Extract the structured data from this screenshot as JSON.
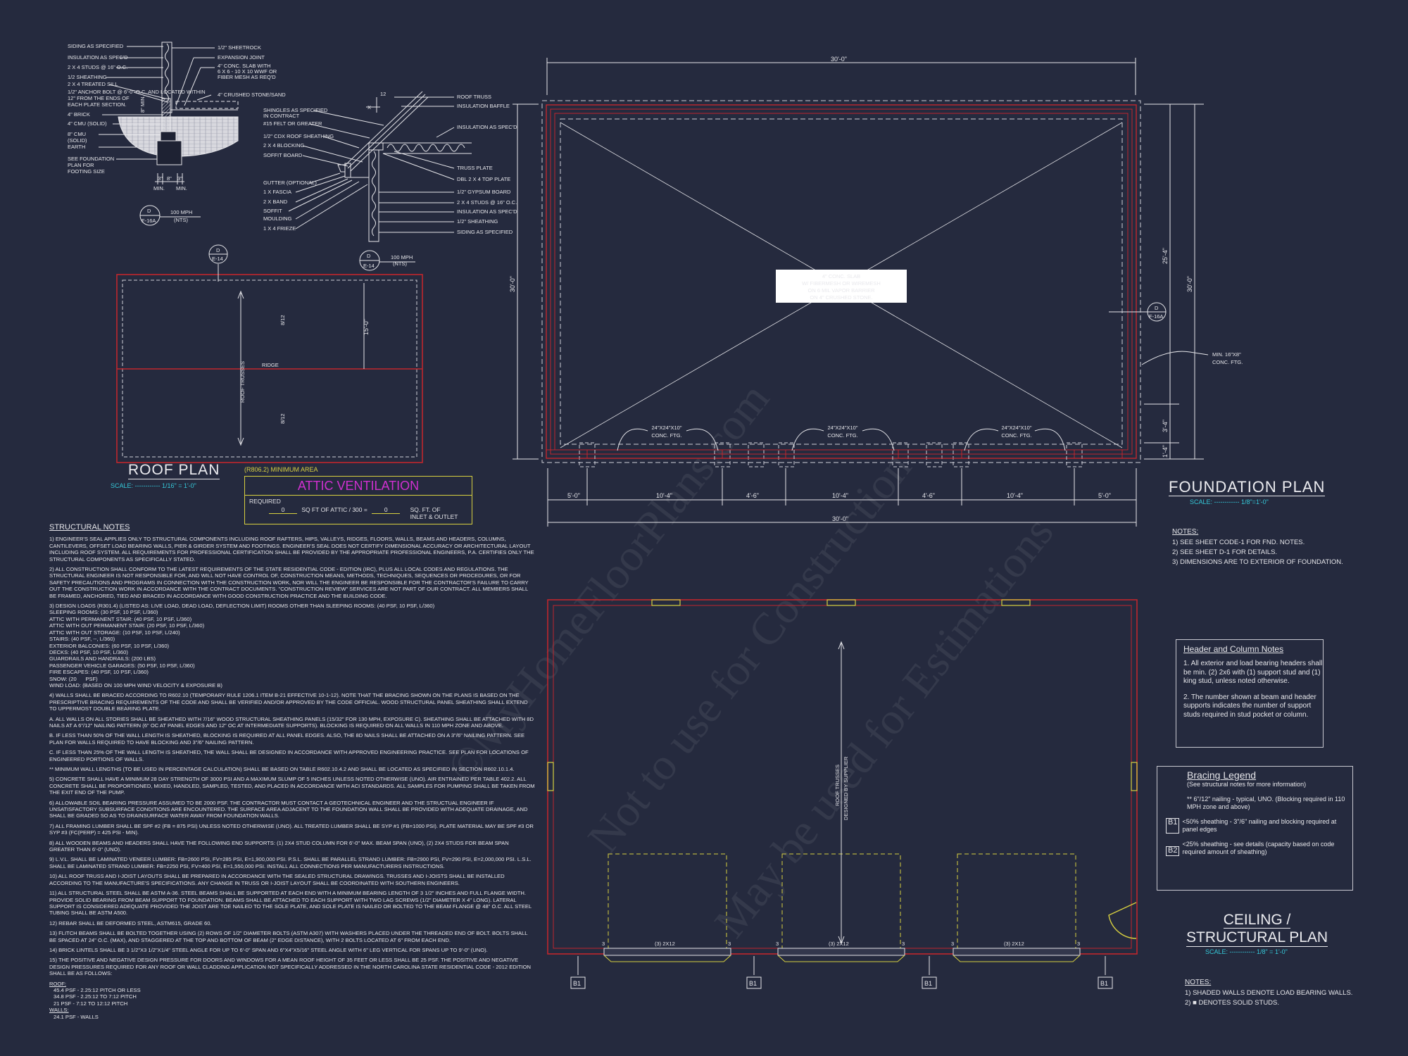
{
  "colors": {
    "background": "#252a3e",
    "wall_red": "#c0272d",
    "window_yellow": "#d8d040",
    "scale_cyan": "#35c8d8",
    "attic_magenta": "#d030d0",
    "linework": "#e6e6ea"
  },
  "wall_detail": {
    "left_labels": [
      "Siding as specified",
      "Insulation as spec'd",
      "2 x 4 studs @ 16\" O.C.",
      "1/2 sheathing",
      "2 x 4 treated sill",
      "1/2\" anchor bolt @ 6'-0\" O.C. and located within",
      "12\" from the ends of",
      "each plate section.",
      "4\" brick",
      "4\" CMU (solid)",
      "8\" CMU",
      "(solid)",
      "Earth",
      "See foundation",
      "plan for",
      "footing size"
    ],
    "right_labels": [
      "1/2\" sheetrock",
      "Expansion joint",
      "4\" conc. slab with",
      "6 x 6 - 10 x 10 WWF or",
      "fiber mesh as req'd",
      "4\" crushed stone/sand"
    ],
    "dims": [
      "3\"",
      "8\"",
      "3\"",
      "MIN.",
      "MIN.",
      "8\" MIN."
    ],
    "tag_top": "D",
    "tag_bottom": "F-16A",
    "wind": "100 MPH",
    "nts": "(NTS)"
  },
  "eave_detail": {
    "left_labels": [
      "Shingles as specified",
      "in contract",
      "#15 felt or greater",
      "1/2\" CDX roof sheathing",
      "2 x 4 blocking",
      "Soffit board",
      "Gutter (optional)",
      "1 x fascia",
      "2 x band",
      "Soffit",
      "Moulding",
      "1 x 4 frieze"
    ],
    "right_labels": [
      "Roof truss",
      "Insulation baffle",
      "Insulation as spec'd",
      "Truss plate",
      "DBL 2 x 4 top plate",
      "1/2\" gypsum board",
      "2 x 4 studs @ 16\" O.C.",
      "Insulation as spec'd",
      "1/2\" sheathing",
      "Siding as specified"
    ],
    "pitch_rise": "12",
    "pitch_run": "X",
    "tag_top": "D",
    "tag_bottom": "E-14",
    "wind": "100 MPH",
    "nts": "(NTS)"
  },
  "roof_plan": {
    "title": "Roof Plan",
    "scale": "SCALE: ------------ 1/16\" = 1'-0\"",
    "ridge": "Ridge",
    "trusses": "Roof trusses",
    "pitch_top": "8/12",
    "pitch_bottom": "8/12",
    "dim": "15'-0\"",
    "tag_top": "D",
    "tag_bottom": "E-14"
  },
  "attic_ventilation": {
    "code": "(R806.2) Minimum Area",
    "title": "Attic Ventilation",
    "required": "Required",
    "value1": "0",
    "text1": "SQ FT of attic / 300 =",
    "value2": "0",
    "text2a": "SQ. FT. of",
    "text2b": "inlet & outlet"
  },
  "foundation_plan": {
    "title": "Foundation Plan",
    "scale": "SCALE: ------------ 1/8\"=1'-0\"",
    "top_dim": "30'-0\"",
    "left_dim": "30'-0\"",
    "right_dims": [
      "25'-4\"",
      "3'-4\"",
      "1'-4\""
    ],
    "right_total": "30'-0\"",
    "bottom_dims": [
      "5'-0\"",
      "10'-4\"",
      "4'-6\"",
      "10'-4\"",
      "4'-6\"",
      "10'-4\"",
      "5'-0\""
    ],
    "bottom_total": "30'-0\"",
    "slab_note": [
      "4\" conc. slab",
      "w/ fibermesh or wiremesh",
      "on 6 mil vapor barrier",
      "on 4\" crushed stone."
    ],
    "footing_labels": [
      "24\"x24\"x10\"",
      "conc. ftg."
    ],
    "min_footing": [
      "Min. 16\"x8\"",
      "conc. ftg."
    ],
    "tag_top": "D",
    "tag_bottom": "F-16A",
    "notes_heading": "Notes:",
    "notes": [
      "1)  See sheet CODE-1 for fnd. notes.",
      "2)  See sheet D-1 for details.",
      "3)  Dimensions are to exterior of foundation."
    ]
  },
  "header_column_notes": {
    "heading": "Header and Column Notes",
    "items": [
      "1. All exterior and load bearing headers shall be min. (2) 2x6 with (1) support stud and (1) king stud, unless noted otherwise.",
      "2. The number shown at beam and header supports indicates the number of support studs required in stud pocket or column."
    ]
  },
  "bracing_legend": {
    "heading": "Bracing Legend",
    "sub": "(See structural notes for more information)",
    "typical": "** 6\"/12\" nailing - typical, UNO. (Blocking required in 110 MPH zone and above)",
    "b1_code": "B1",
    "b1": "<50% sheathing - 3\"/6\" nailing and blocking required at panel edges",
    "b2_code": "B2",
    "b2": "<25% sheathing - see details (capacity based on code required amount of sheathing)"
  },
  "ceiling_plan": {
    "title_line1": "Ceiling /",
    "title_line2": "Structural Plan",
    "scale": "SCALE: ------------ 1/8\" = 1'-0\"",
    "trusses": [
      "Roof trusses",
      "designed by supplier"
    ],
    "header_label": "(3) 2x12",
    "stud_count": "3",
    "bracing_marker": "B1",
    "notes_heading": "Notes:",
    "notes": [
      "1) Shaded walls denote load bearing walls.",
      "2) ■ denotes solid studs."
    ]
  },
  "structural_notes": {
    "heading": "Structural Notes",
    "p1": "1) Engineer's seal applies only to structural components including roof rafters, hips, valleys, ridges, floors, walls, beams and headers, columns, cantilevers, offset load bearing walls, pier & girder system and footings. Engineer's seal does not certify dimensional accuracy or architectural layout including roof system. All requirements for professional certification shall be provided by the appropriate professional engineers, P.A. certifies only the structural components as specifically stated.",
    "p2": "2) All construction shall conform to the latest requirements of the state residential code - edition (IRC), plus all local codes and regulations. The structural engineer is not responsible for, and will not have control of, construction means, methods, techniques, sequences or procedures, or for safety precautions and programs in connection with the construction work, nor will the engineer be responsible for the contractor's failure to carry out the construction work in accordance with the contract documents. \"Construction review\" services are not part of our contract. All members shall be framed, anchored, tied and braced in accordance with good construction practice and the building code.",
    "p3": "3) Design loads (R301.4) (listed as: live load, dead load, deflection limit) rooms other than sleeping rooms: (40 PSF, 10 PSF, L/360)\nSleeping rooms: (30 PSF, 10 PSF, L/360)\nAttic with permanent stair: (40 PSF, 10 PSF, L/360)\nAttic with out permanent stair: (20 PSF, 10 PSF, L/360)\nAttic with out storage: (10 PSF, 10 PSF, L/240)\nStairs: (40 PSF, --, L/360)\nExterior balconies: (60 PSF, 10 PSF, L/360)\nDecks: (40 PSF, 10 PSF, L/360)\nGuardrails and handrails: (200 LBS)\nPassenger vehicle garages: (50 PSF, 10 PSF, L/360)\nFire escapes: (40 PSF, 10 PSF, L/360)\nSnow: (20      PSF)\nWind load: (based on 100 MPH wind velocity & exposure B)",
    "p4": "4) Walls shall be braced according to R602.10 (temporary rule 1206.1 item B-21 effective 10-1-12). Note that the bracing shown on the plans is based on the prescriptive bracing requirements of the code and shall be verified and/or approved by the code official. Wood structural panel sheathing shall extend to uppermost double bearing plate.",
    "p4a": "a. All walls on all stories shall be sheathed with 7/16\" wood structural sheathing panels (15/32\" for 130 MPH, exposure C). Sheathing shall be attached with 8d nails at a 6\"/12\" nailing pattern (6\" OC at panel edges and 12\" OC at intermediate supports). Blocking is required on all walls in 110 MPH zone and above.",
    "p4b": "b. If less than 50% of the wall length is sheathed, blocking is required at all panel edges. Also, the 8d nails shall be attached on a 3\"/6\" nailing pattern. See plan for walls required to have blocking and 3\"/6\" nailing pattern.",
    "p4c": "c. If less than 25% of the wall length is sheathed, the wall shall be designed in accordance with approved engineering practice. See plan for locations of engineered portions of walls.",
    "p4d": "** Minimum wall lengths (to be used in percentage calculation) shall be based on table R602.10.4.2 and shall be located as specified in section R602.10.1.4.",
    "p5": "5) Concrete shall have a minimum 28 day strength of 3000 PSI and a maximum slump of 5 inches unless noted otherwise (UNO). Air entrained per table 402.2. All concrete shall be proportioned, mixed, handled, sampled, tested, and placed in accordance with ACI standards. All samples for pumping shall be taken from the exit end of the pump.",
    "p6": "6) Allowable soil bearing pressure assumed to be 2000 PSF. The contractor must contact a geotechnical engineer and the structual engineer if unsatisfactory subsurface conditions are encountered. The surface area adjacent to the foundation wall shall be provided with adequate drainage, and shall be graded so as to drainsurface water away from foundation walls.",
    "p7": "7) All framing lumber shall be SPF #2 (Fb = 875 PSI) unless noted otherwise (UNO). All treated lumber shall be SYP #1 (Fb=1000 PSI). Plate material may be SPF #3 or SYP #3 (Fc(perp) = 425 PSI - MIN).",
    "p8": "8) All wooden beams and headers shall have the following end supports: (1) 2x4 stud column for 6'-0\" max. beam span (UNO), (2) 2x4 studs for beam span greater than 6'-0\" (UNO).",
    "p9": "9) L.V.L. shall be laminated veneer lumber: Fb=2600 PSI, Fv=285 PSI, E=1,900,000 PSI. P.S.L. shall be parallel strand lumber: Fb=2900 PSI, Fv=290 PSI, E=2,000,000 PSI. L.S.L. shall be laminated strand lumber: Fb=2250 PSI, Fv=400 PSI, E=1,550,000 PSI. Install all connections per manufacturers instructions.",
    "p10": "10) All roof truss and I-joist layouts shall be prepared in accordance with the sealed structural drawings. Trusses and I-joists shall be installed according to the manufacture's specifications. Any change in truss or I-joist layout shall be coordinated with southern engineers.",
    "p11": "11) All structural steel shall be ASTM A-36. Steel beams shall be supported at each end with a minimum bearing length of 3 1/2\" inches and full flange width. Provide solid bearing from beam support to foundation. Beams shall be attached to each support with two lag screws (1/2\" diameter x 4\" long). Lateral support is considered adequate provided the joist are toe nailed to the sole plate, and sole plate is nailed or bolted to the beam flange @ 48\" O.C. All steel tubing shall be ASTM A500.",
    "p12": "12) Rebar shall be deformed steel, ASTM615, grade 60.",
    "p13": "13) Flitch beams shall be bolted together using (2) rows of 1/2\" diameter bolts (ASTM A307) with washers placed under the threaded end of bolt. Bolts shall be spaced at 24\" O.C. (max), and staggered at the top and bottom of beam (2\" edge distance), with 2 bolts located at 6\" from each end.",
    "p14": "14) Brick lintels shall be 3 1/2\"x3 1/2\"x1/4\" steel angle for up to 6'-0\" span and 6\"x4\"x5/16\" steel angle with 6\" leg vertical for spans up to 9'-0\" (UNO).",
    "p15": "15) The positive and negative design pressure for doors and windows for a mean roof height of 35 feet or less shall be 25 PSF. The positive and negative design pressures required for any roof or wall cladding application not specifically addressed in the North Carolina state residential code - 2012 edition shall be as follows:",
    "roof_heading": "Roof:",
    "roof_lines": [
      "45.4 PSF - 2.25:12 pitch or less",
      "34.8 PSF - 2.25:12 to 7:12 pitch",
      "21 PSF - 7:12 to 12:12 pitch"
    ],
    "walls_heading": "Walls:",
    "walls_lines": [
      "24.1 PSF - walls"
    ]
  },
  "watermark": [
    "©MyHomeFloorPlans.com",
    "Not to use for Construction",
    "May be used for Estimations"
  ]
}
